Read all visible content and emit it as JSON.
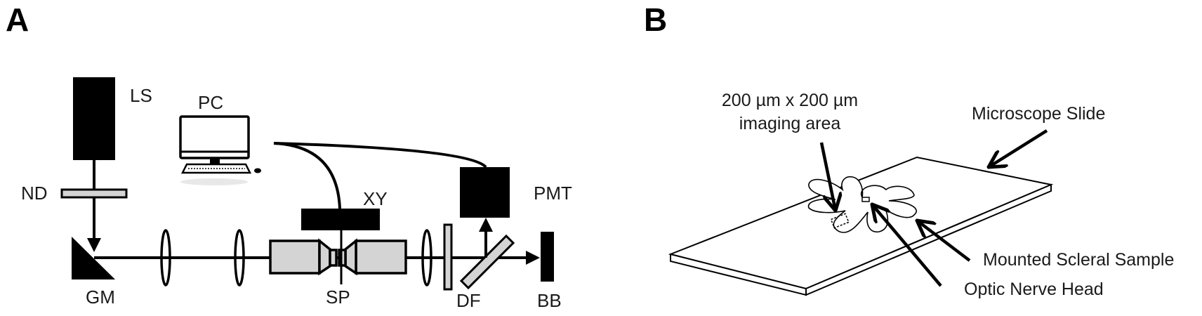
{
  "panel_a": {
    "letter": "A",
    "labels": {
      "ls": "LS",
      "pc": "PC",
      "nd": "ND",
      "xy": "XY",
      "pmt": "PMT",
      "gm": "GM",
      "sp": "SP",
      "df": "DF",
      "bb": "BB"
    }
  },
  "panel_b": {
    "letter": "B",
    "labels": {
      "imaging_area_line1": "200 µm x 200 µm",
      "imaging_area_line2": "imaging area",
      "microscope_slide": "Microscope Slide",
      "mounted_sample": "Mounted Scleral Sample",
      "optic_nerve_head": "Optic Nerve Head"
    }
  }
}
